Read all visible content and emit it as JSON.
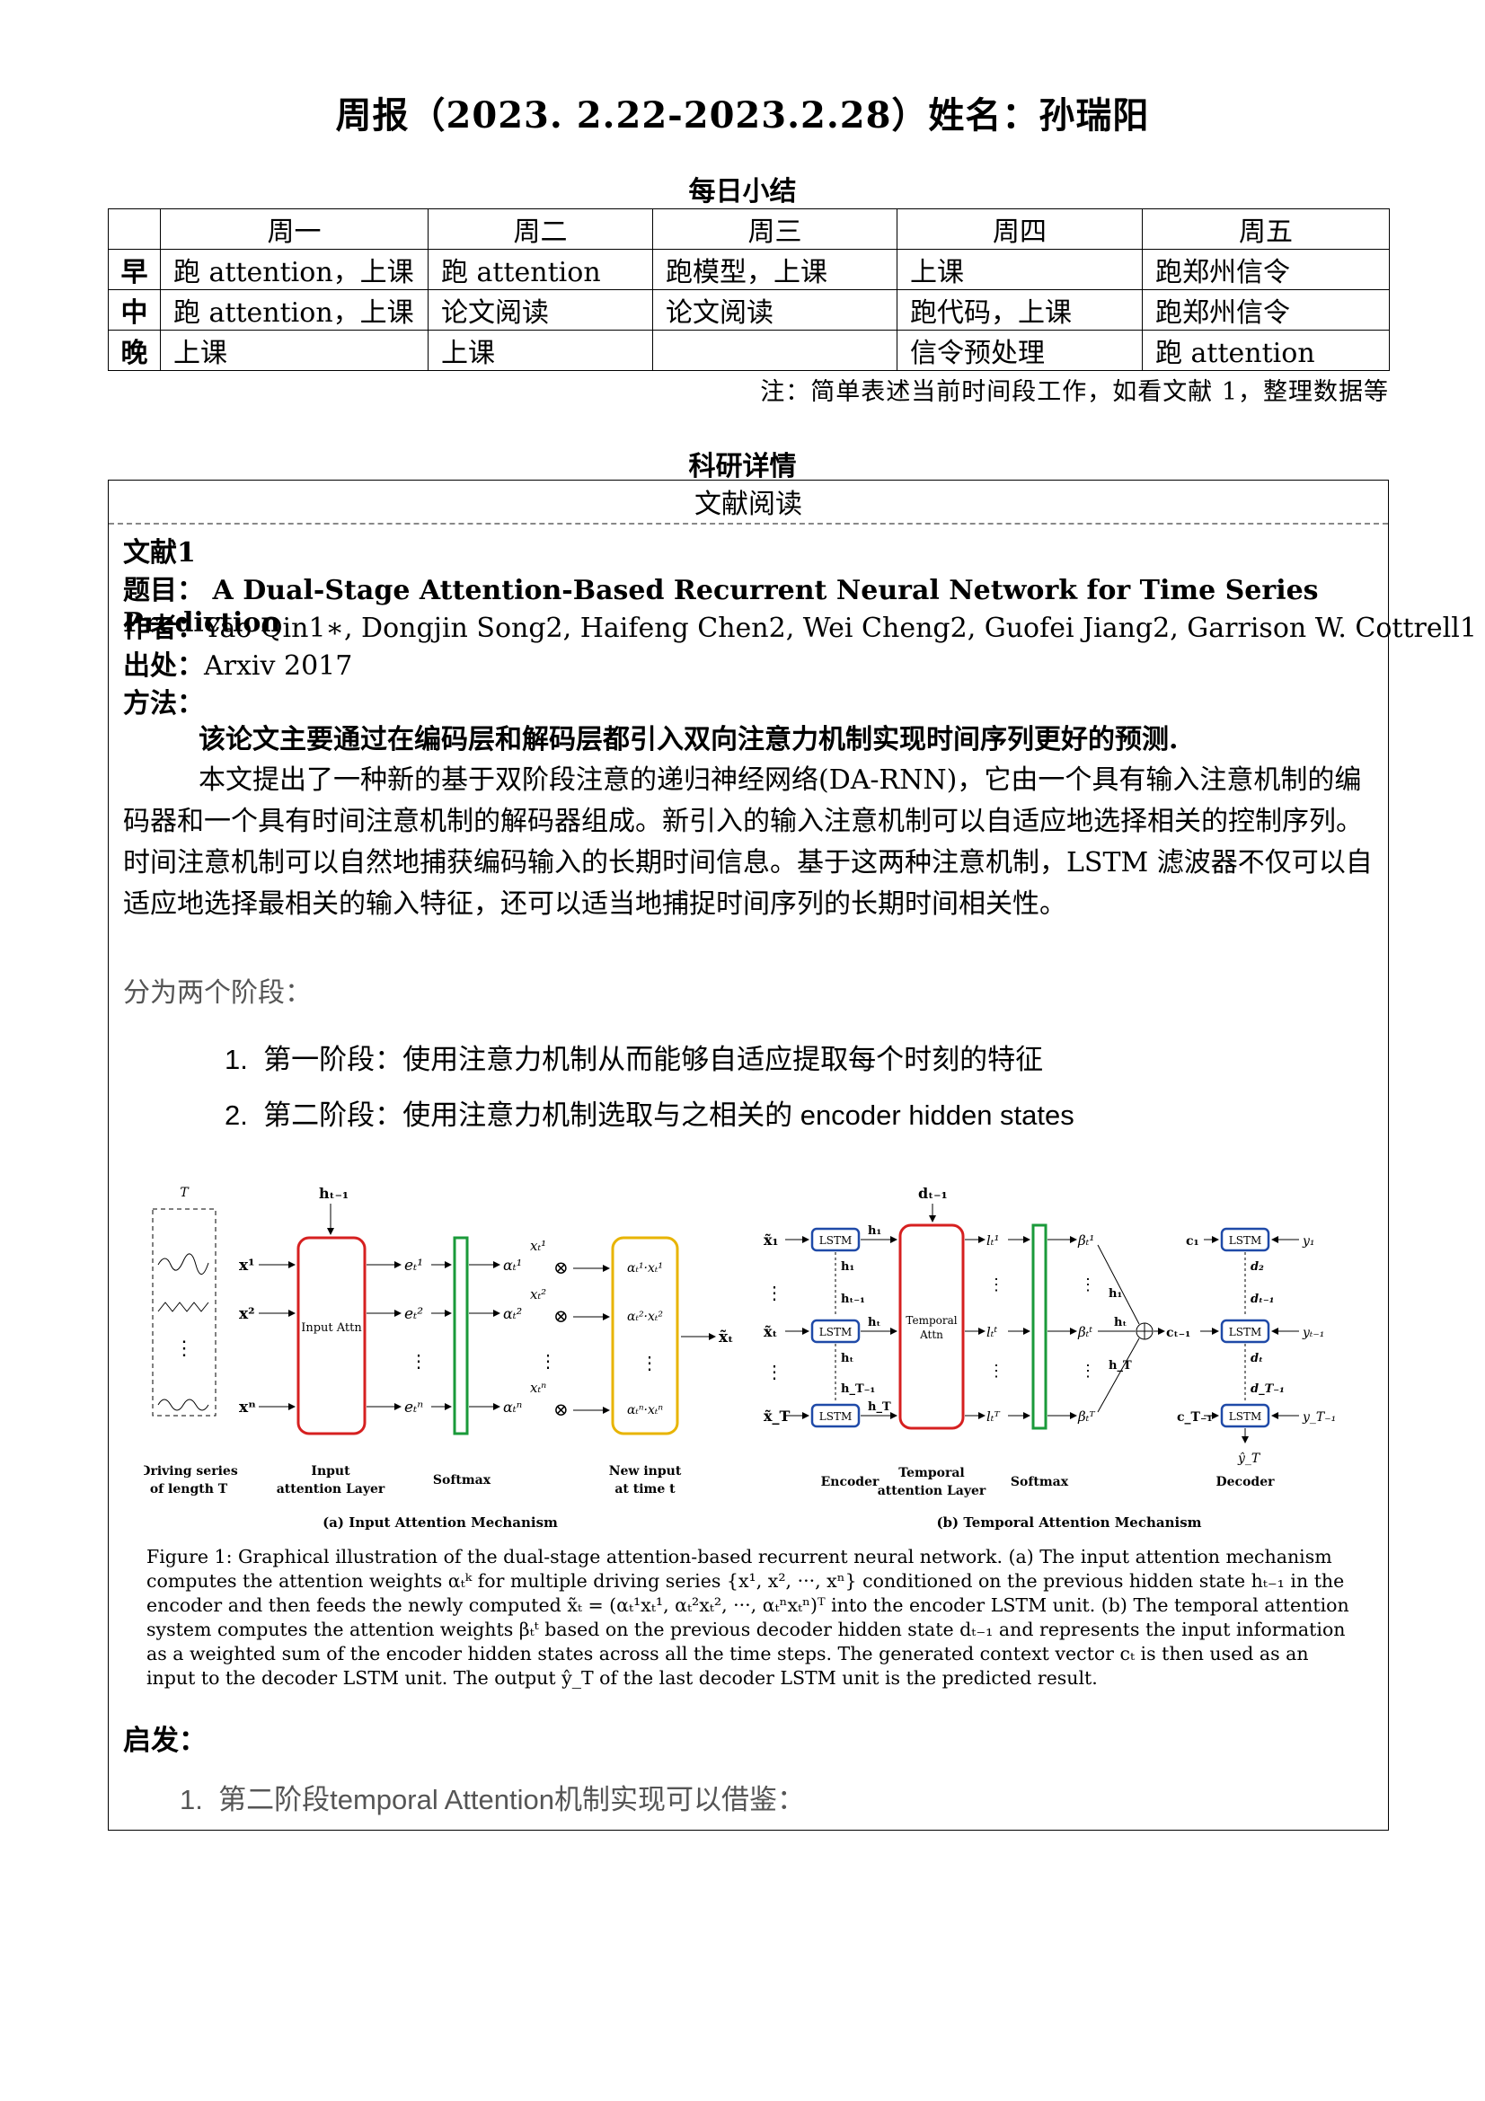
{
  "title": "周报（2023. 2.22-2023.2.28）姓名：孙瑞阳",
  "summary": {
    "heading": "每日小结",
    "days": [
      "周一",
      "周二",
      "周三",
      "周四",
      "周五"
    ],
    "rows": [
      {
        "label": "早",
        "cells": [
          "跑 attention，上课",
          "跑 attention",
          "跑模型，上课",
          "上课",
          "跑郑州信令"
        ]
      },
      {
        "label": "中",
        "cells": [
          "跑 attention，上课",
          "论文阅读",
          "论文阅读",
          "跑代码，上课",
          "跑郑州信令"
        ]
      },
      {
        "label": "晚",
        "cells": [
          "上课",
          "上课",
          "",
          "信令预处理",
          "跑 attention"
        ]
      }
    ],
    "note": "注：简单表述当前时间段工作，如看文献 1，整理数据等"
  },
  "research": {
    "heading": "科研详情",
    "box_title": "文献阅读",
    "paper_label": "文献1",
    "title_label": "题目：",
    "title": "A Dual-Stage Attention-Based Recurrent Neural Network for Time Series Prediction",
    "authors_label": "作者：",
    "authors": "Yao Qin1∗, Dongjin Song2, Haifeng Chen2, Wei Cheng2, Guofei Jiang2, Garrison W. Cottrell1",
    "source_label": "出处：",
    "source": "Arxiv 2017",
    "method_label": "方法：",
    "method_summary": "该论文主要通过在编码层和解码层都引入双向注意力机制实现时间序列更好的预测.",
    "method_body": "本文提出了一种新的基于双阶段注意的递归神经网络(DA-RNN)，它由一个具有输入注意机制的编码器和一个具有时间注意机制的解码器组成。新引入的输入注意机制可以自适应地选择相关的控制序列。时间注意机制可以自然地捕获编码输入的长期时间信息。基于这两种注意机制，LSTM 滤波器不仅可以自适应地选择最相关的输入特征，还可以适当地捕捉时间序列的长期时间相关性。",
    "stages_intro": "分为两个阶段：",
    "stages": [
      "第一阶段：使用注意力机制从而能够自适应提取每个时刻的特征",
      "第二阶段：使用注意力机制选取与之相关的 encoder hidden states"
    ],
    "figure": {
      "panel_a_caption": "(a) Input Attention Mechanism",
      "panel_b_caption": "(b) Temporal Attention Mechanism",
      "labels_a": [
        "Driving series of length T",
        "Input attention Layer",
        "Softmax",
        "New input at time t",
        "Input Attn"
      ],
      "labels_b": [
        "Encoder",
        "Temporal attention Layer",
        "Softmax",
        "Decoder",
        "Temporal Attn",
        "LSTM"
      ]
    },
    "caption": "Figure 1: Graphical illustration of the dual-stage attention-based recurrent neural network. (a) The input attention mechanism computes the attention weights αₜᵏ for multiple driving series {x¹, x², ···, xⁿ} conditioned on the previous hidden state hₜ₋₁ in the encoder and then feeds the newly computed x̃ₜ = (αₜ¹xₜ¹, αₜ²xₜ², ···, αₜⁿxₜⁿ)ᵀ into the encoder LSTM unit. (b) The temporal attention system computes the attention weights βₜᵗ based on the previous decoder hidden state dₜ₋₁ and represents the input information as a weighted sum of the encoder hidden states across all the time steps. The generated context vector cₜ is then used as an input to the decoder LSTM unit. The output ŷ_T of the last decoder LSTM unit is the predicted result.",
    "inspiration_label": "启发：",
    "inspiration_items": [
      "第二阶段temporal Attention机制实现可以借鉴："
    ]
  }
}
